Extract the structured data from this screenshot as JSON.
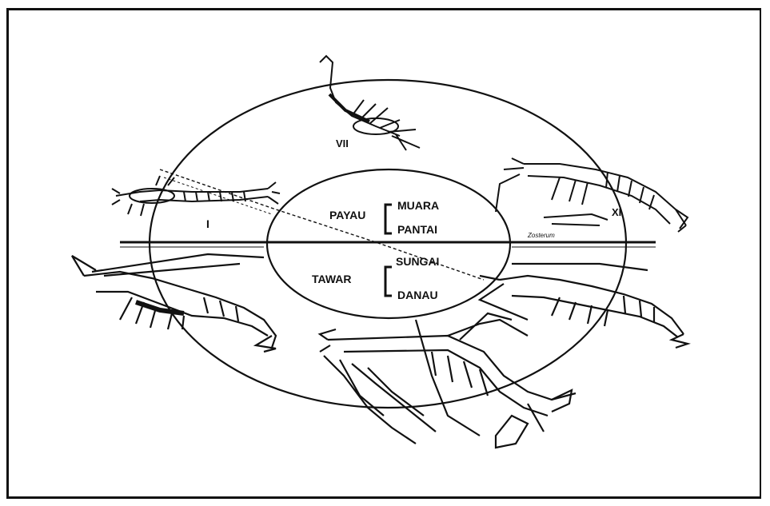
{
  "diagram": {
    "stage_labels": {
      "stage_1": "I",
      "stage_7": "VII",
      "stage_11": "XI"
    },
    "habitats": {
      "brackish": {
        "label": "PAYAU",
        "items": [
          "MUARA",
          "PANTAI"
        ]
      },
      "fresh": {
        "label": "TAWAR",
        "items": [
          "SUNGAI",
          "DANAU"
        ]
      }
    },
    "sketch_note": "Zosterum",
    "colors": {
      "ink": "#111111",
      "background": "#ffffff"
    }
  }
}
